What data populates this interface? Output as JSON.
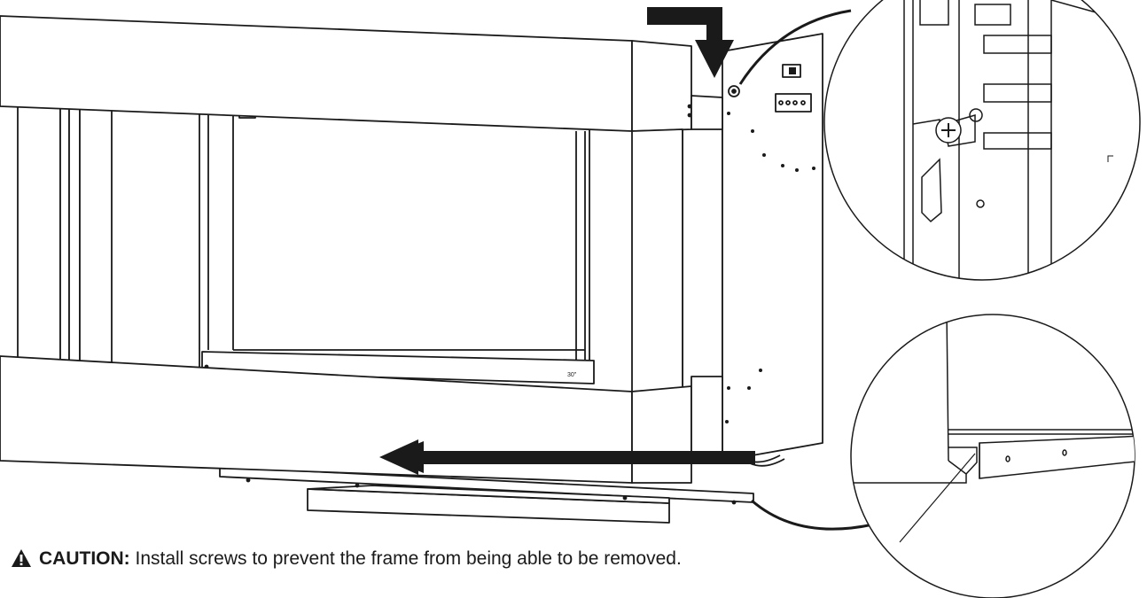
{
  "caution": {
    "icon": "warning-triangle-icon",
    "label": "CAUTION:",
    "text": " Install screws to prevent the frame from being able to be removed."
  },
  "model_mark": "30\"",
  "colors": {
    "line": "#1a1a1a",
    "fill": "#ffffff",
    "arrow": "#1a1a1a"
  }
}
